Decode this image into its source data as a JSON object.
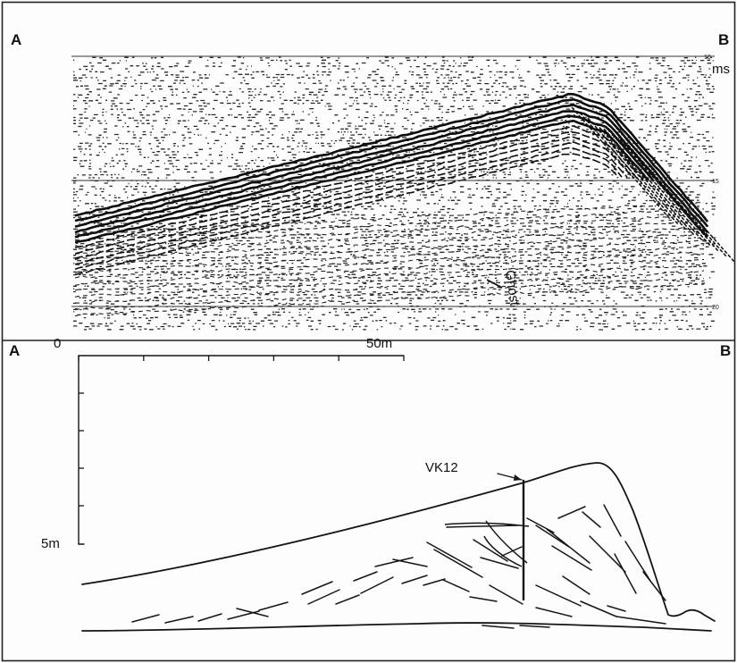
{
  "figure": {
    "seismic_panel": {
      "corner_left": "A",
      "corner_right": "B",
      "unit": "ms",
      "time_ticks": [
        "10",
        "15",
        "20"
      ],
      "ghost_label": "Ghost"
    },
    "section_panel": {
      "corner_left": "A",
      "corner_right": "B",
      "scale_zero": "0",
      "scale_horizontal": "50m",
      "scale_vertical": "5m",
      "borehole_label": "VK12"
    }
  }
}
